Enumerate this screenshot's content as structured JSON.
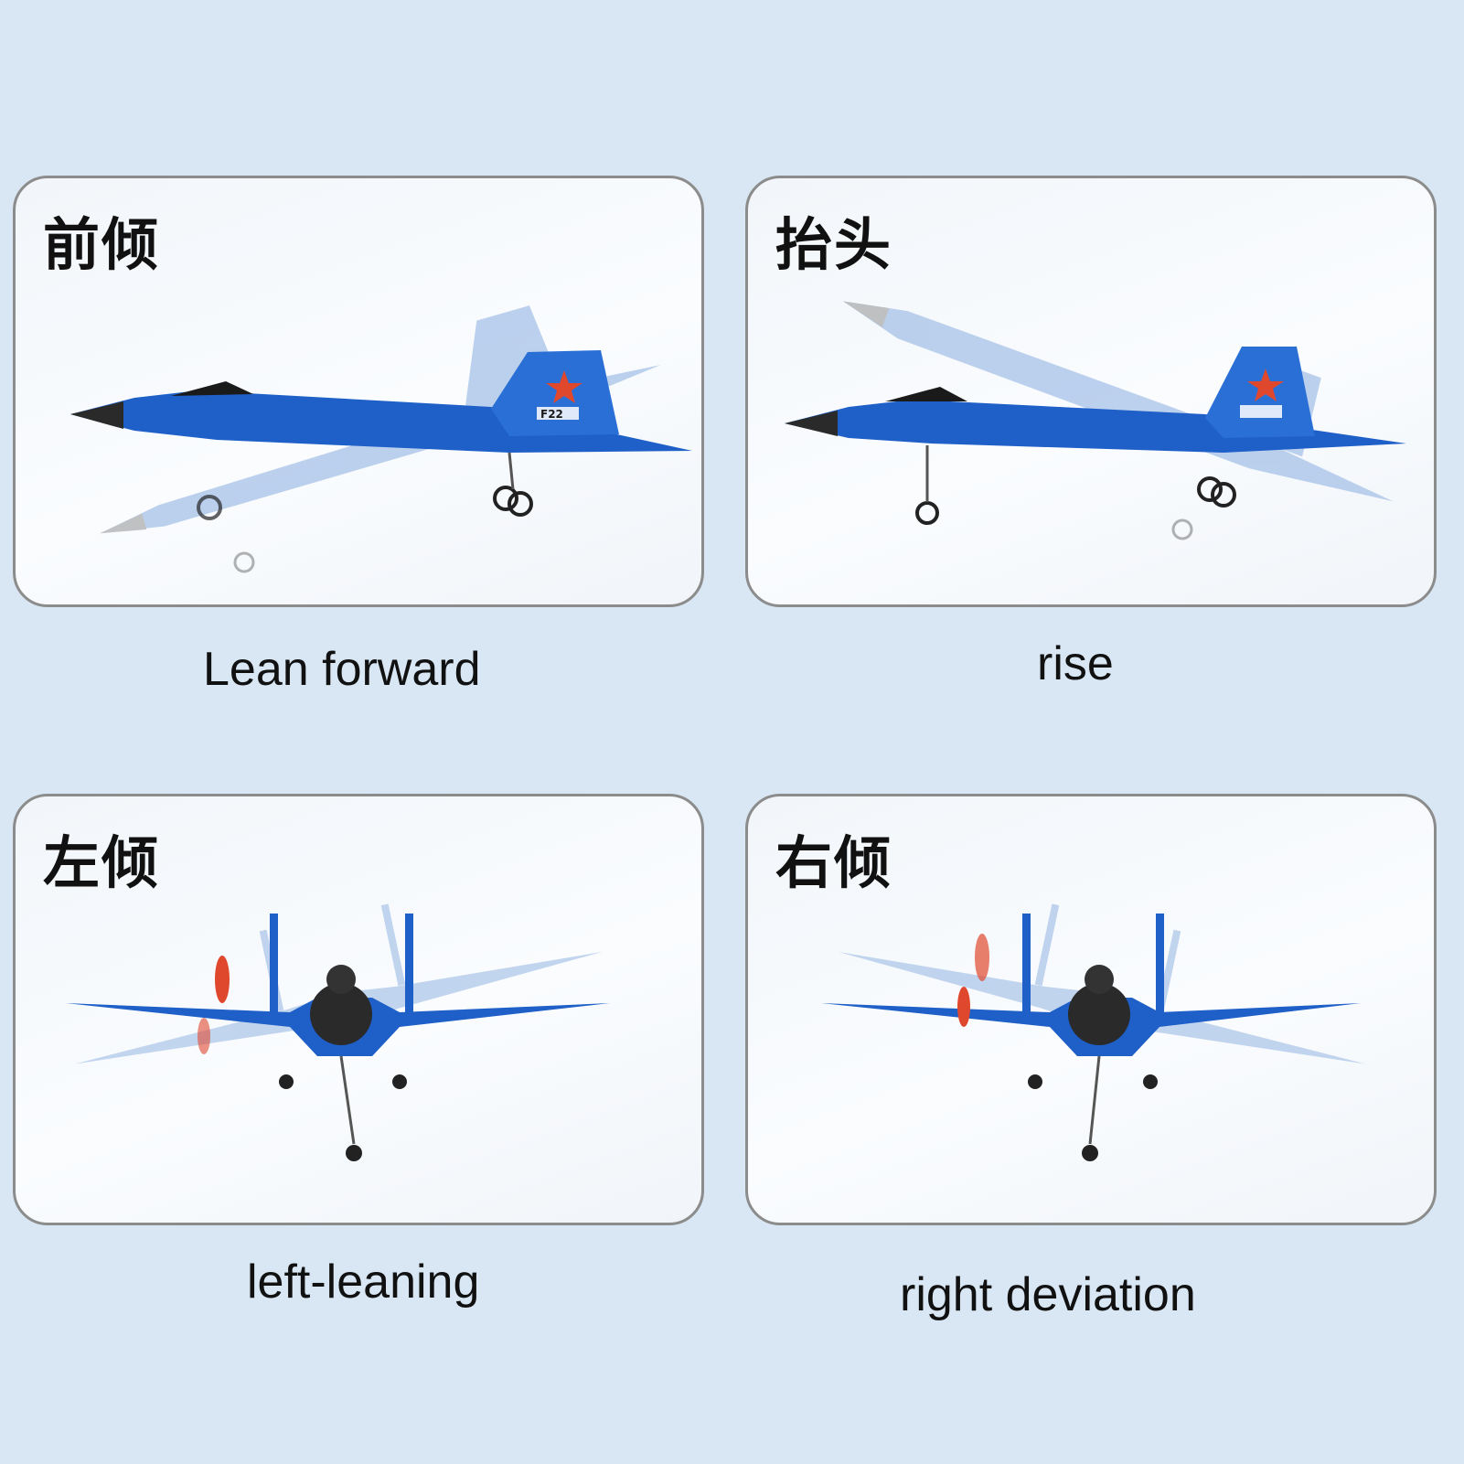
{
  "panels": [
    {
      "cn_label": "前倾",
      "caption": "Lean forward",
      "view": "side-pitch-down"
    },
    {
      "cn_label": "抬头",
      "caption": "rise",
      "view": "side-pitch-up"
    },
    {
      "cn_label": "左倾",
      "caption": "left-leaning",
      "view": "front-roll-left"
    },
    {
      "cn_label": "右倾",
      "caption": "right deviation",
      "view": "front-roll-right"
    }
  ],
  "plane_markings": {
    "tail_code": "F22"
  },
  "colors": {
    "background": "#d8e7f3",
    "panel_border": "#8c8c8c",
    "plane_blue": "#1f5fc8",
    "plane_blue_ghost": "#7ea6de",
    "nose": "#2a2a2a",
    "propeller": "#e0482e"
  }
}
